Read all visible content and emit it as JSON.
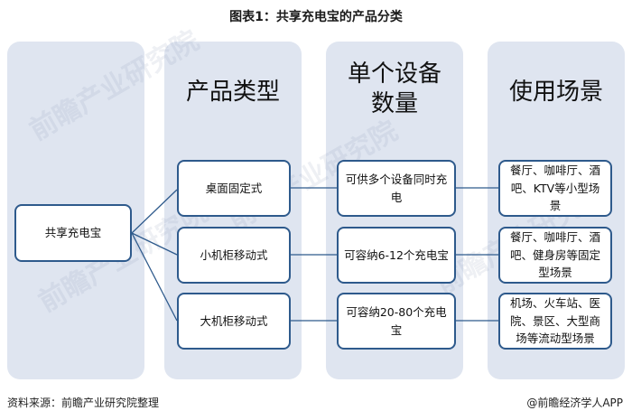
{
  "title": "图表1：共享充电宝的产品分类",
  "columns": {
    "type_header": "产品类型",
    "count_header": "单个设备数量",
    "scene_header": "使用场景"
  },
  "root": "共享充电宝",
  "rows": [
    {
      "type": "桌面固定式",
      "count": "可供多个设备同时充电",
      "scene": "餐厅、咖啡厅、酒吧、KTV等小型场景"
    },
    {
      "type": "小机柜移动式",
      "count": "可容纳6-12个充电宝",
      "scene": "餐厅、咖啡厅、酒吧、健身房等固定型场景"
    },
    {
      "type": "大机柜移动式",
      "count": "可容纳20-80个充电宝",
      "scene": "机场、火车站、医院、景区、大型商场等流动型场景"
    }
  ],
  "footer": {
    "source": "资料来源：前瞻产业研究院整理",
    "brand": "@前瞻经济学人APP"
  },
  "watermark": "前瞻产业研究院",
  "colors": {
    "panel": "#dfe5f0",
    "border": "#2e5a8c",
    "line": "#2e5a8c"
  }
}
